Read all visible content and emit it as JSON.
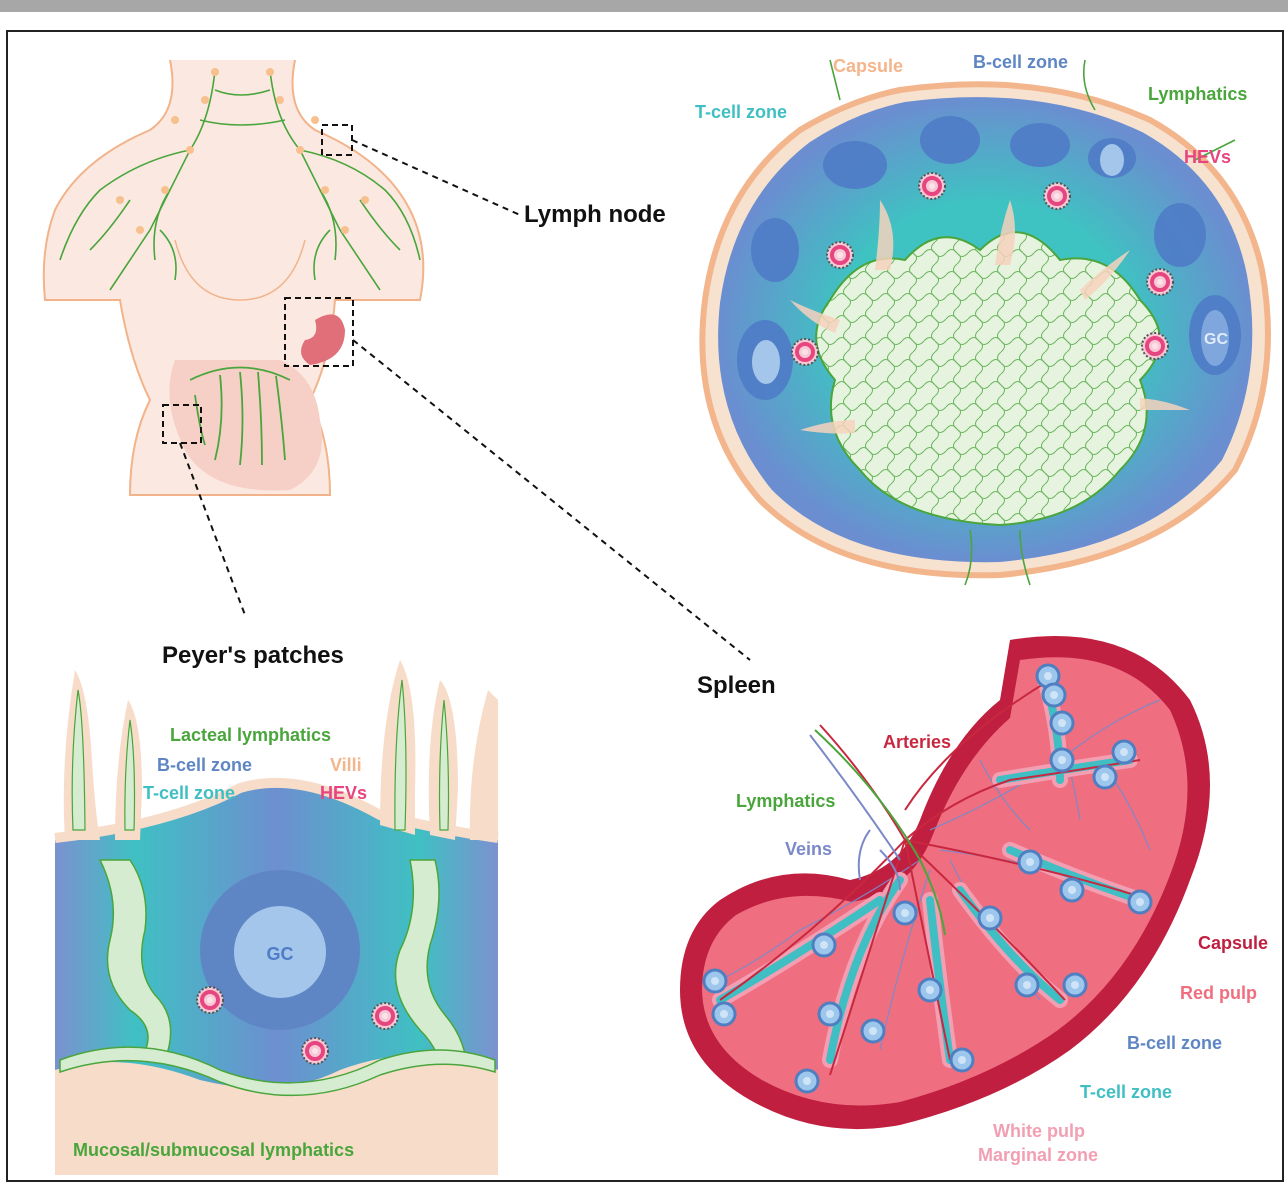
{
  "titles": {
    "lymph_node": "Lymph node",
    "peyers": "Peyer's patches",
    "spleen": "Spleen"
  },
  "lymph_node_labels": {
    "capsule": "Capsule",
    "b_cell_zone": "B-cell zone",
    "t_cell_zone": "T-cell zone",
    "lymphatics": "Lymphatics",
    "hevs": "HEVs",
    "gc": "GC"
  },
  "peyers_labels": {
    "lacteal": "Lacteal lymphatics",
    "b_cell_zone": "B-cell zone",
    "villi": "Villi",
    "t_cell_zone": "T-cell zone",
    "hevs": "HEVs",
    "gc": "GC",
    "mucosal": "Mucosal/submucosal lymphatics"
  },
  "spleen_labels": {
    "arteries": "Arteries",
    "lymphatics": "Lymphatics",
    "veins": "Veins",
    "capsule": "Capsule",
    "red_pulp": "Red pulp",
    "b_cell_zone": "B-cell zone",
    "t_cell_zone": "T-cell zone",
    "white_pulp": "White pulp",
    "marginal_zone": "Marginal zone"
  },
  "colors": {
    "capsule_peach": "#f3b58c",
    "b_cell_blue": "#5f86c4",
    "t_cell_teal": "#3fbfc4",
    "lymphatics_green": "#4aa53c",
    "hevs_pink": "#e7457f",
    "spleen_red": "#c8283f",
    "red_pulp": "#ef6f80",
    "white_pulp_pink": "#f29fb3",
    "vein_blue": "#7b89c9"
  }
}
